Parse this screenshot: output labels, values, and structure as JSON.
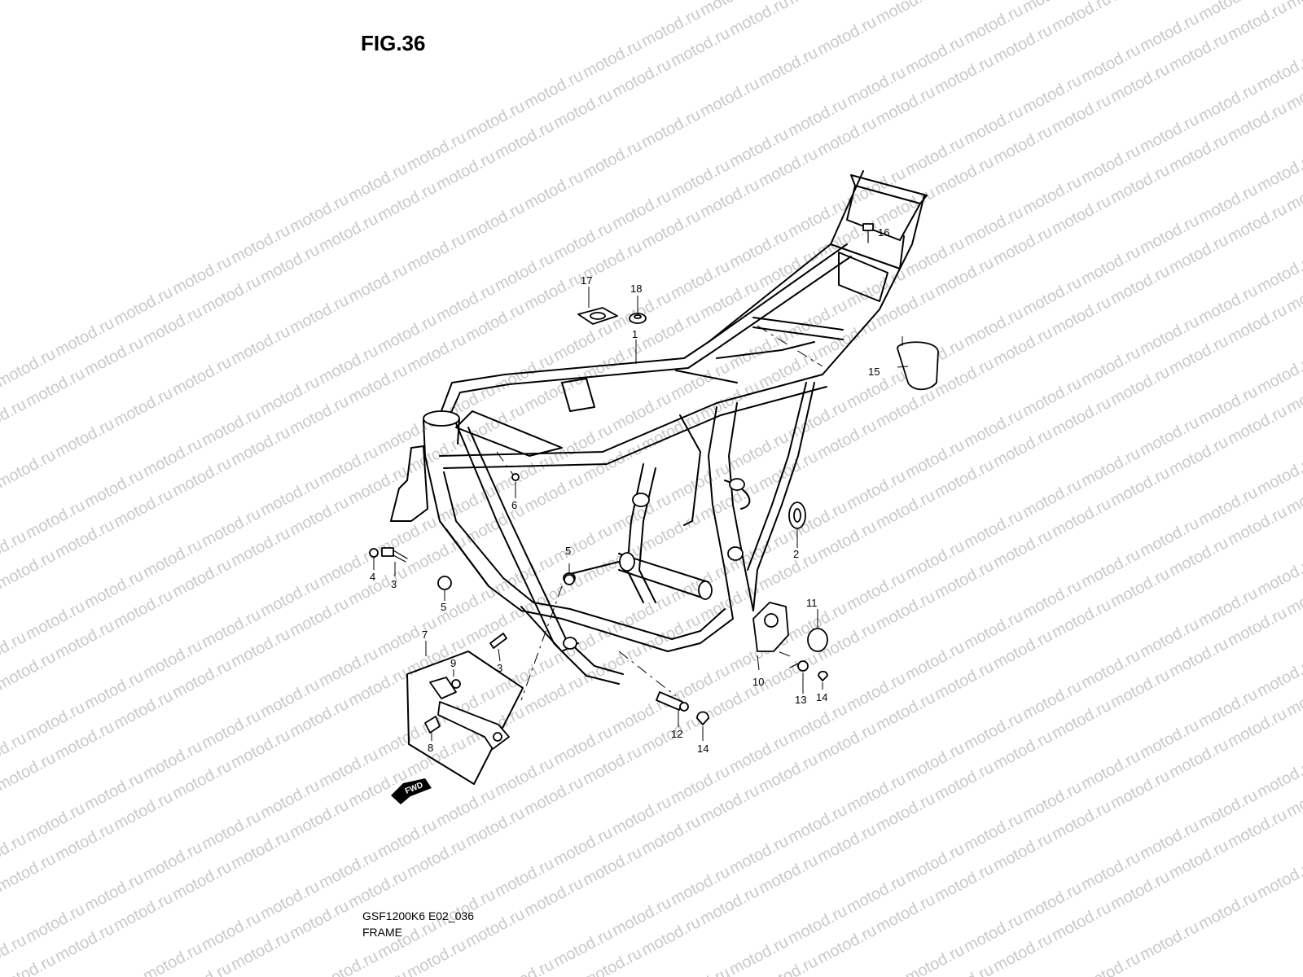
{
  "figure": {
    "title": "FIG.36",
    "code": "GSF1200K6 E02_036",
    "name": "FRAME"
  },
  "watermark": {
    "text": "motod.ru",
    "color": "#c9c9c9"
  },
  "fwd_label": "FWD",
  "callouts": [
    {
      "id": "1",
      "text": "1"
    },
    {
      "id": "2",
      "text": "2"
    },
    {
      "id": "3a",
      "text": "3"
    },
    {
      "id": "3b",
      "text": "3"
    },
    {
      "id": "4",
      "text": "4"
    },
    {
      "id": "5a",
      "text": "5"
    },
    {
      "id": "5b",
      "text": "5"
    },
    {
      "id": "6",
      "text": "6"
    },
    {
      "id": "7",
      "text": "7"
    },
    {
      "id": "8",
      "text": "8"
    },
    {
      "id": "9",
      "text": "9"
    },
    {
      "id": "10",
      "text": "10"
    },
    {
      "id": "11",
      "text": "11"
    },
    {
      "id": "12",
      "text": "12"
    },
    {
      "id": "13",
      "text": "13"
    },
    {
      "id": "14a",
      "text": "14"
    },
    {
      "id": "14b",
      "text": "14"
    },
    {
      "id": "15",
      "text": "15"
    },
    {
      "id": "16",
      "text": "16"
    },
    {
      "id": "17",
      "text": "17"
    },
    {
      "id": "18",
      "text": "18"
    }
  ]
}
